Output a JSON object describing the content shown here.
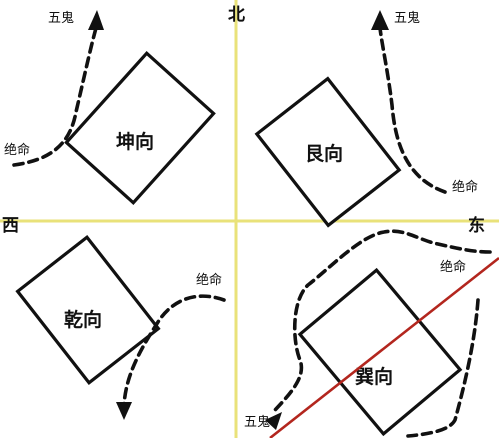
{
  "directions": {
    "north": "北",
    "west": "西",
    "east": "东"
  },
  "labels": {
    "wugui": "五鬼",
    "jueming": "绝命",
    "kun": "坤向",
    "gen": "艮向",
    "qian": "乾向",
    "xun": "巽向"
  },
  "colors": {
    "axis": "#e9e27a",
    "ink": "#111111",
    "diagonal": "#b3261e",
    "background": "#ffffff"
  }
}
